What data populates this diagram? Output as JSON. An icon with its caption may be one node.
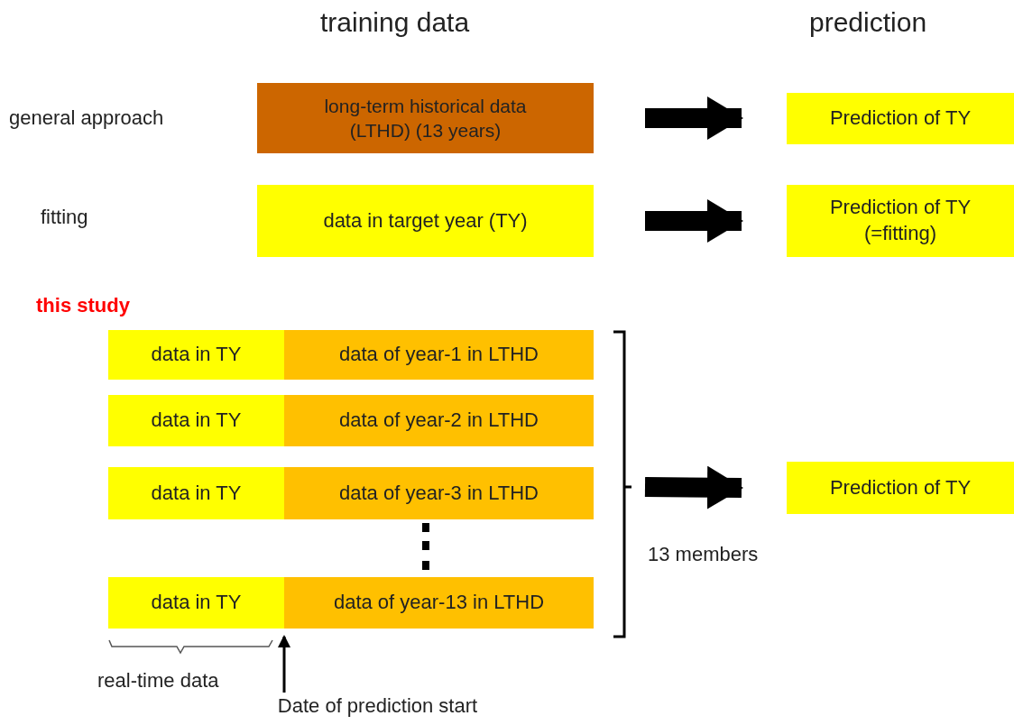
{
  "diagram": {
    "nodes": [
      {
        "text": [
          "long-term historical data (LTHD) (13 years)"
        ]
      },
      {
        "text": [
          "Prediction of TY"
        ]
      },
      {
        "text": [
          "data in target year (TY)"
        ]
      },
      {
        "text": [
          "Prediction of TY (=fitting)"
        ]
      },
      {
        "text": [
          "data in TY"
        ]
      },
      {
        "text": [
          "data of year-1 in LTHD"
        ]
      },
      {
        "text": [
          "data in TY"
        ]
      },
      {
        "text": [
          "data of year-2 in LTHD"
        ]
      },
      {
        "text": [
          "data in TY"
        ]
      },
      {
        "text": [
          "data of year-3 in LTHD"
        ]
      },
      {
        "text": [
          "data in TY"
        ]
      },
      {
        "text": [
          "data of year-13 in LTHD"
        ]
      },
      {
        "text": [
          "Prediction of  TY"
        ]
      },
      {
        "text": [
          "Date of prediction start"
        ]
      }
    ],
    "edges": [
      {
        "from": 0,
        "to": 1,
        "arrow": "to"
      },
      {
        "from": 2,
        "to": 3,
        "arrow": "to"
      },
      {
        "from": null,
        "to": 12,
        "arrow": "to"
      },
      {
        "from": 13,
        "to": 10,
        "arrow": "to"
      }
    ],
    "labels": [
      "training data",
      "prediction",
      "general approach",
      "fitting",
      "this study",
      "13 members",
      "real-time data"
    ]
  }
}
